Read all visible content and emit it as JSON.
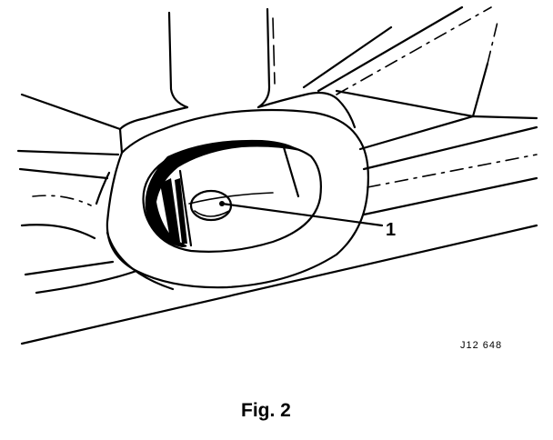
{
  "figure": {
    "callout": "1",
    "reference_code": "J12 648",
    "caption": "Fig. 2"
  }
}
